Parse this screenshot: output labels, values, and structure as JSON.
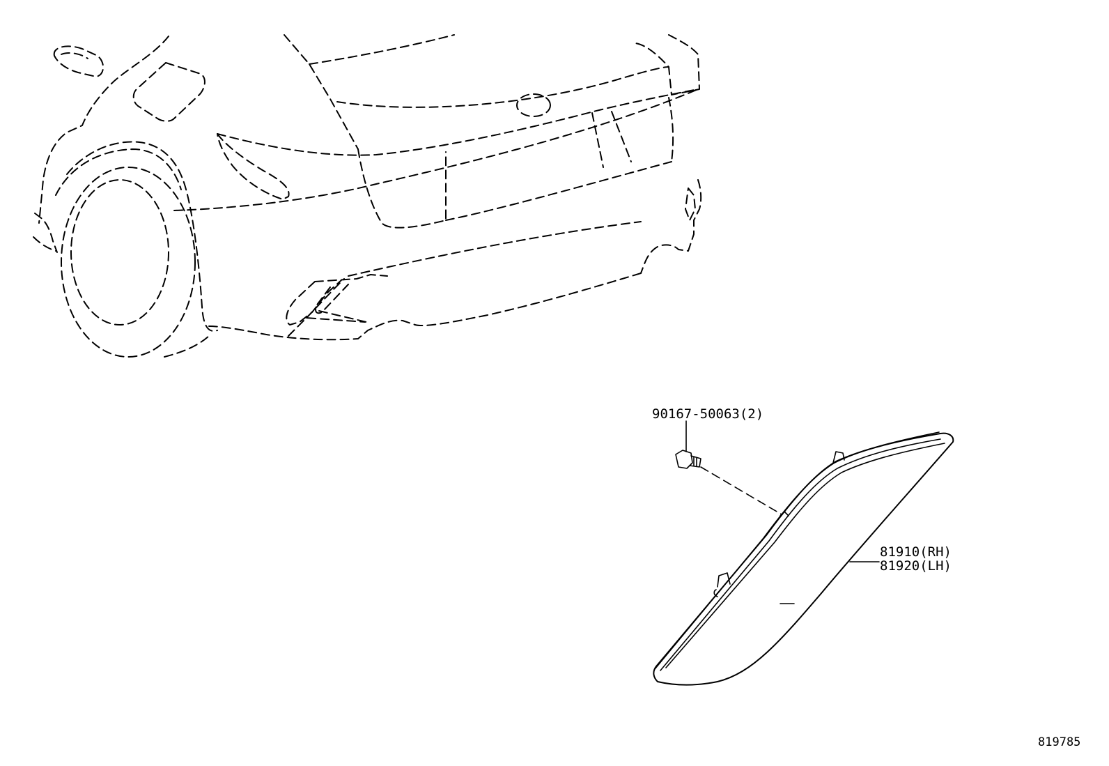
{
  "callouts": {
    "bolt_part": "90167-50063(2)",
    "reflector_rh": "81910(RH)",
    "reflector_lh": "81920(LH)"
  },
  "figure_number": "819785"
}
